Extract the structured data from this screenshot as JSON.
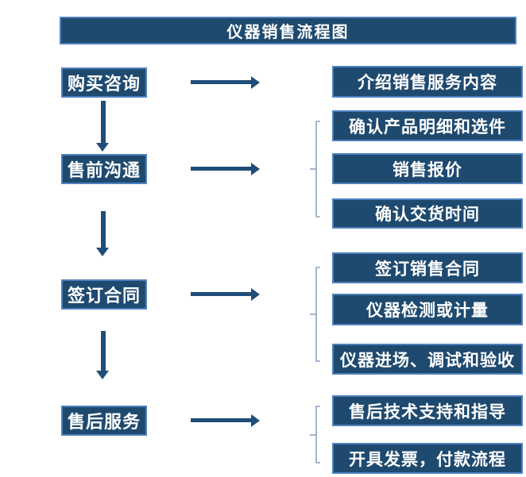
{
  "title": "仪器销售流程图",
  "left_steps": [
    {
      "label": "购买咨询"
    },
    {
      "label": "售前沟通"
    },
    {
      "label": "签订合同"
    },
    {
      "label": "售后服务"
    }
  ],
  "groups": [
    {
      "items": [
        {
          "label": "介绍销售服务内容"
        }
      ]
    },
    {
      "items": [
        {
          "label": "确认产品明细和选件"
        },
        {
          "label": "销售报价"
        },
        {
          "label": "确认交货时间"
        }
      ]
    },
    {
      "items": [
        {
          "label": "签订销售合同"
        },
        {
          "label": "仪器检测或计量"
        },
        {
          "label": "仪器进场、调试和验收"
        }
      ]
    },
    {
      "items": [
        {
          "label": "售后技术支持和指导"
        },
        {
          "label": "开具发票，付款流程"
        }
      ]
    }
  ],
  "colors": {
    "box_fill": "#1F4A70",
    "box_border": "#4F81BD",
    "arrow": "#1F4E79",
    "bracket": "#8FA3C4",
    "text": "#FFFFFF",
    "background": "#FFFFFF"
  }
}
